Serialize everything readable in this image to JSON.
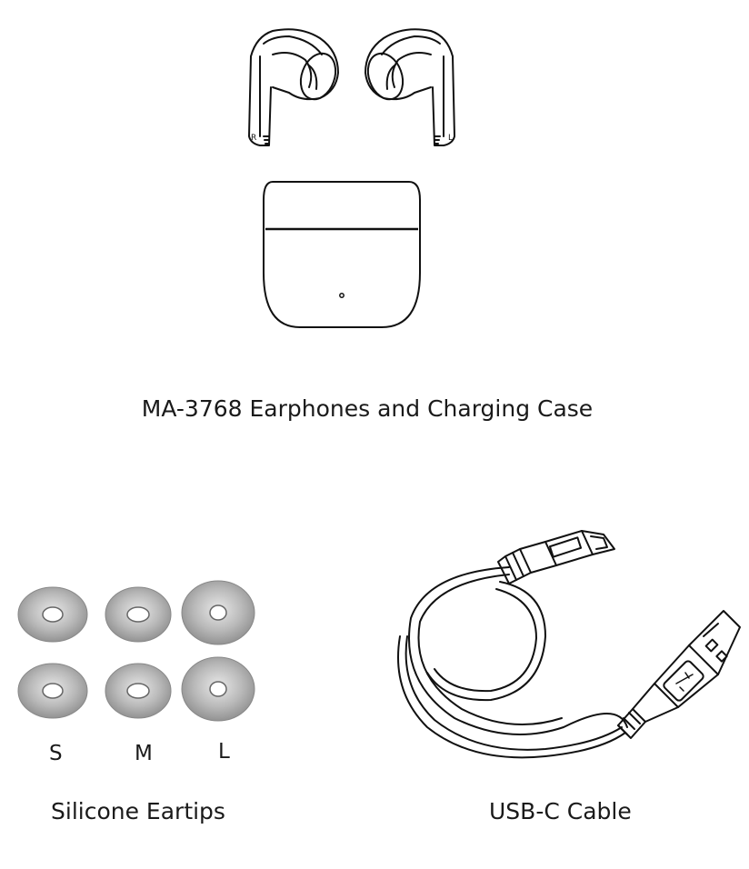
{
  "product": {
    "caption": "MA-3768 Earphones and Charging Case",
    "left_bud_mark": "R",
    "right_bud_mark": "L"
  },
  "eartips": {
    "caption": "Silicone Eartips",
    "sizes": [
      "S",
      "M",
      "L"
    ]
  },
  "cable": {
    "caption": "USB-C Cable"
  }
}
